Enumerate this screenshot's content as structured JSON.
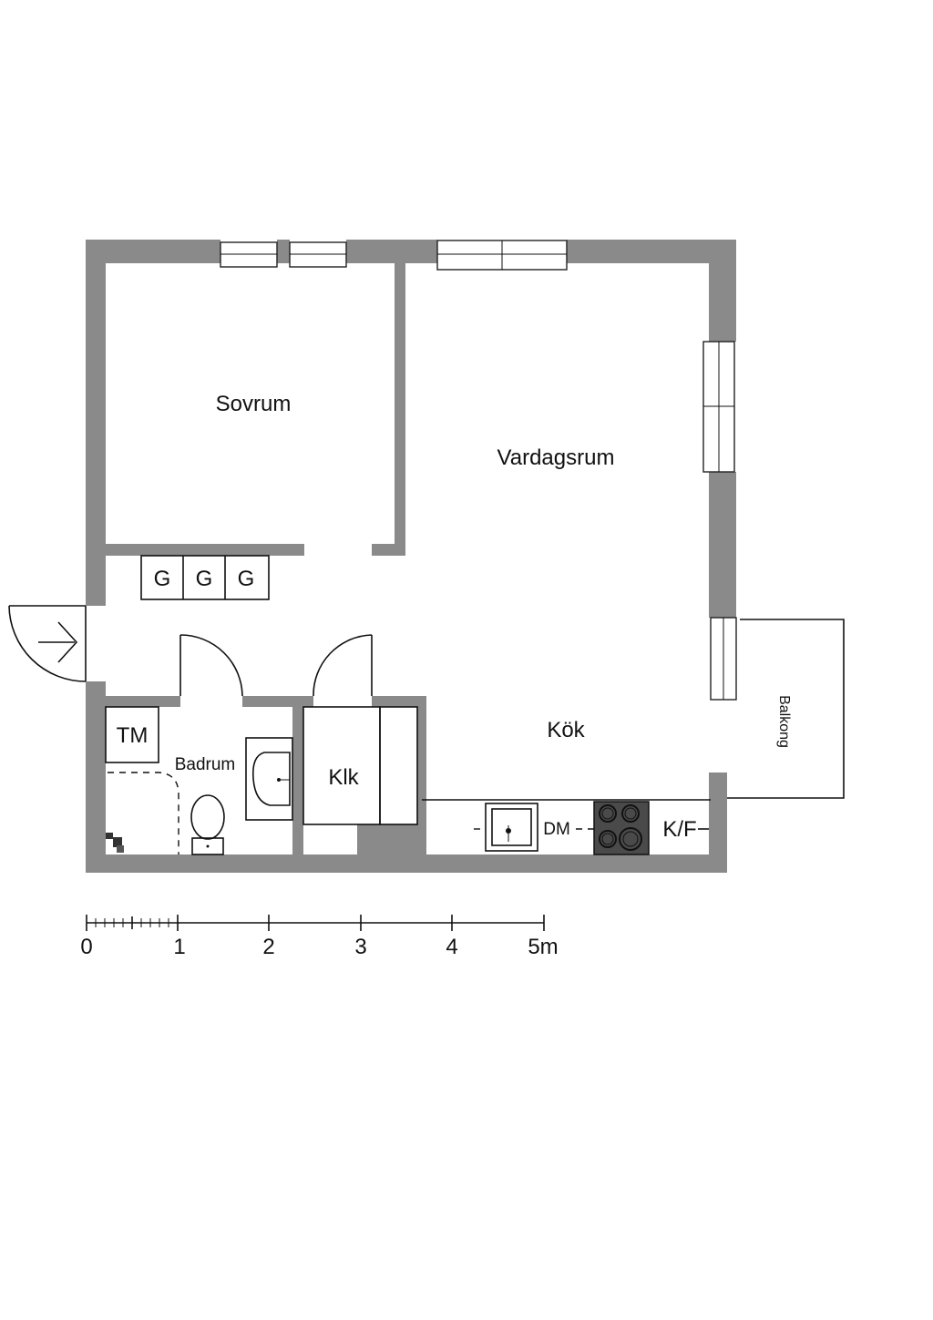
{
  "rooms": {
    "sovrum": "Sovrum",
    "vardagsrum": "Vardagsrum",
    "kok": "Kök",
    "badrum": "Badrum",
    "klk": "Klk",
    "balkong": "Balkong"
  },
  "fixtures": {
    "wardrobe_1": "G",
    "wardrobe_2": "G",
    "wardrobe_3": "G",
    "washing_machine": "TM",
    "dishwasher": "DM",
    "fridge_freezer": "K/F"
  },
  "scale_bar": {
    "ticks": [
      "0",
      "1",
      "2",
      "3",
      "4",
      "5m"
    ]
  }
}
